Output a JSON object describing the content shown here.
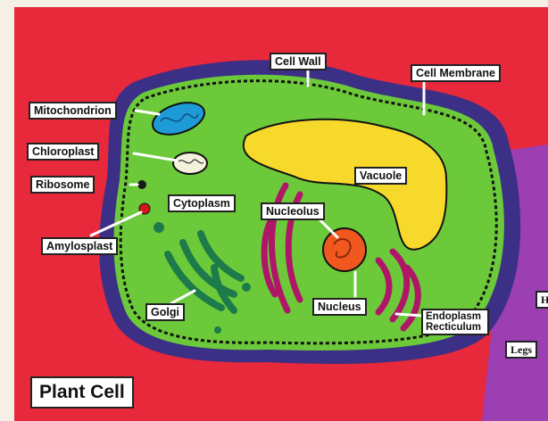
{
  "title": "Plant Cell",
  "labels": {
    "cell_wall": "Cell Wall",
    "cell_membrane": "Cell Membrane",
    "mitochondrion": "Mitochondrion",
    "chloroplast": "Chloroplast",
    "ribosome": "Ribosome",
    "cytoplasm": "Cytoplasm",
    "amylosplast": "Amylosplast",
    "vacuole": "Vacuole",
    "nucleolus": "Nucleolus",
    "nucleus": "Nucleus",
    "golgi": "Golgi",
    "er_line1": "Endoplasm",
    "er_line2": "Recticulum"
  },
  "side_poster": {
    "label_h": "H",
    "label_legs": "Legs"
  },
  "colors": {
    "board": "#e8283b",
    "cell_wall": "#3b2f86",
    "cytoplasm": "#6cc93a",
    "vacuole": "#f6d92a",
    "nucleus": "#f0581f",
    "er": "#b01668",
    "golgi": "#1d7a4a",
    "mitochondrion": "#1e9bd6",
    "side_poster": "#9b3fb2"
  }
}
